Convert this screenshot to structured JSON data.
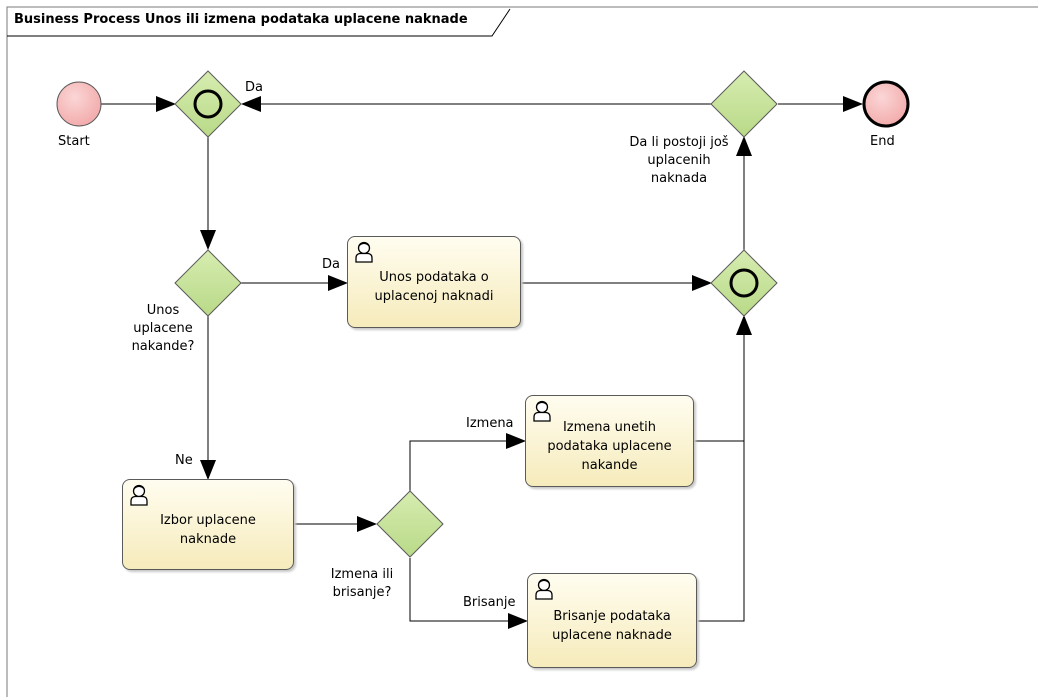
{
  "title": "Business Process Unos ili izmena podataka uplacene naknade",
  "colors": {
    "gateway_fill": "#c8e39b",
    "task_fill": "#f9f1ca",
    "event_fill": "#f6b8b8",
    "line": "#000000"
  },
  "events": {
    "start": {
      "label": "Start"
    },
    "end": {
      "label": "End"
    }
  },
  "tasks": {
    "unos": {
      "label_line1": "Unos podataka o",
      "label_line2": "uplacenoj naknadi"
    },
    "izbor": {
      "label_line1": "Izbor uplacene",
      "label_line2": "naknade"
    },
    "izmena": {
      "label_line1": "Izmena unetih",
      "label_line2": "podataka uplacene",
      "label_line3": "nakande"
    },
    "brisanje": {
      "label_line1": "Brisanje podataka",
      "label_line2": "uplacene naknade"
    }
  },
  "gateways": {
    "unos_question": {
      "line1": "Unos",
      "line2": "uplacene",
      "line3": "nakande?"
    },
    "izmena_question": {
      "line1": "Izmena ili",
      "line2": "brisanje?"
    },
    "postoji_question": {
      "line1": "Da li postoji još",
      "line2": "uplacenih",
      "line3": "naknada"
    }
  },
  "flow_labels": {
    "da_top": "Da",
    "da_unos": "Da",
    "ne": "Ne",
    "izmena": "Izmena",
    "brisanje": "Brisanje"
  },
  "icons": {
    "task_performer": "user-icon",
    "merge_gateway": "circle-gateway-icon"
  }
}
